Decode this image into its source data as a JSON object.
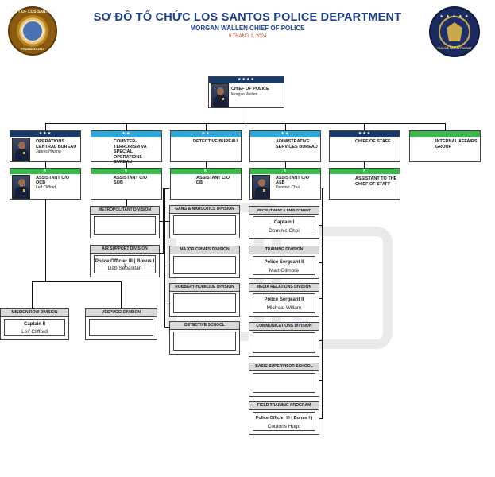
{
  "header": {
    "title": "SƠ ĐỒ TỔ CHỨC LOS SANTOS POLICE DEPARTMENT",
    "subtitle": "MORGAN WALLEN CHIEF OF POLICE",
    "date": "9 THÁNG 1, 2024",
    "seal_left_top": "CITY OF LOS SANTOS",
    "seal_left_bottom": "FOUNDED 1913",
    "seal_right_stars": "★ ★ ★ ★ ★",
    "seal_right_ring": "POLICE DEPARTMENT"
  },
  "chief": {
    "stars": "★★★★",
    "title": "CHIEF OF POLICE",
    "name": "Morgan Wallen"
  },
  "bureaus": [
    {
      "stars": "★★★",
      "title": "OPERATIONS CENTRAL BUREAU",
      "name": "James Hwang"
    },
    {
      "stars": "★★",
      "title": "COUNTER-TERRORISM VA SPECIAL OPERATIONS BUREAU",
      "name": ""
    },
    {
      "stars": "★★",
      "title": "DETECTIVE BUREAU",
      "name": ""
    },
    {
      "stars": "★★",
      "title": "ADIMISTRATIVE SERVICES BUREAU",
      "name": ""
    },
    {
      "stars": "★★★",
      "title": "CHIEF OF STAFF",
      "name": ""
    },
    {
      "stars": "",
      "title": "INTERNAL AFFAIRS GROUP",
      "name": ""
    }
  ],
  "assistants": [
    {
      "stars": "★",
      "title": "ASSISTANT C/O",
      "unit": "OCB",
      "name": "Leif Clifford"
    },
    {
      "stars": "★",
      "title": "ASSISTANT C/O",
      "unit": "SOB",
      "name": ""
    },
    {
      "stars": "★",
      "title": "ASSISTANT C/O",
      "unit": "DB",
      "name": ""
    },
    {
      "stars": "★",
      "title": "ASSISTANT C/O",
      "unit": "ASB",
      "name": "Dominic Choi"
    },
    {
      "stars": "★",
      "title": "ASSISTANT TO THE CHIEF OF STAFF",
      "unit": "",
      "name": ""
    }
  ],
  "divisions": {
    "metropolitan": {
      "label": "METROPOLITANT DIVISION",
      "rank": "",
      "name": ""
    },
    "air_support": {
      "label": "AIR SUPPORT DIVISION",
      "rank": "Police Officier III ( Bonus I )",
      "name": "Dab Sebasitan"
    },
    "gang": {
      "label": "GANG & NARCOTICS DIVISION",
      "rank": "",
      "name": ""
    },
    "major_crimes": {
      "label": "MAJOR CRIMES DIVISION",
      "rank": "",
      "name": ""
    },
    "robbery": {
      "label": "ROBBERY-HOMICIDE DIVISION",
      "rank": "",
      "name": ""
    },
    "detective_school": {
      "label": "DETECTIVE SCHOOL",
      "rank": "",
      "name": ""
    },
    "recruitment": {
      "label": "RECRUITMENT & EMPLOYMENT DIVISION",
      "rank": "Captain I",
      "name": "Dominic Choi"
    },
    "training": {
      "label": "TRAINING DIVISION",
      "rank": "Police Sergeant II",
      "name": "Matt Gilmore"
    },
    "media": {
      "label": "MEDIA RELATIONS DIVISION",
      "rank": "Police Sergeant II",
      "name": "Micheal Willam"
    },
    "communications": {
      "label": "COMMUNICATIONS DIVISION",
      "rank": "",
      "name": ""
    },
    "basic_supervisor": {
      "label": "BASIC SUPERVISOR SCHOOL",
      "rank": "",
      "name": ""
    },
    "field_training": {
      "label": "FIELD TRAINING PROGRAM",
      "rank": "Police Officier III ( Bonus I )",
      "name": "Coutoris Hugo"
    },
    "mission_row": {
      "label": "MISSION ROW DIVISION",
      "rank": "Captain II",
      "name": "Leif Clifford"
    },
    "vespucci": {
      "label": "VESPUCCI DIVISION",
      "rank": "",
      "name": ""
    }
  },
  "colors": {
    "navy": "#163a6e",
    "sky": "#29a9e0",
    "green": "#3db84a",
    "title_blue": "#1f3f8f",
    "date_red": "#c0392b"
  },
  "icons": [
    "city-seal-icon",
    "police-seal-icon",
    "officer-photo-icon",
    "star-icon"
  ]
}
